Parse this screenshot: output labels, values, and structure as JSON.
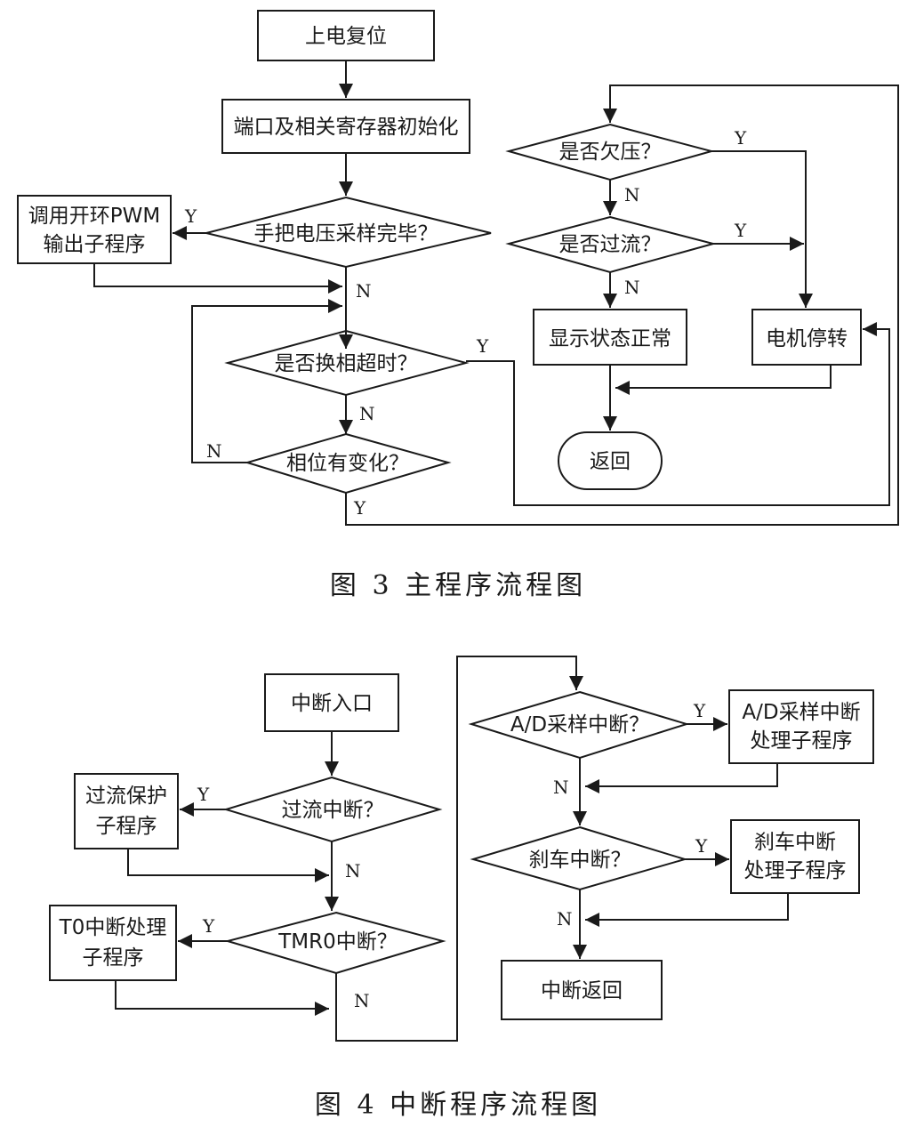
{
  "fig3": {
    "nodes": {
      "power_reset": "上电复位",
      "init": "端口及相关寄存器初始化",
      "voltage_done": "手把电压采样完毕？",
      "open_pwm_1": "调用开环PWM",
      "open_pwm_2": "输出子程序",
      "commute_timeout": "是否换相超时？",
      "phase_change": "相位有变化？",
      "undervolt": "是否欠压？",
      "overcurrent": "是否过流？",
      "show_normal": "显示状态正常",
      "motor_stop": "电机停转",
      "return": "返回"
    },
    "labels": {
      "y_voltage": "Y",
      "n_voltage": "N",
      "y_timeout": "Y",
      "n_timeout": "N",
      "n_phase": "N",
      "y_phase": "Y",
      "y_undervolt": "Y",
      "n_undervolt": "N",
      "y_overcurrent": "Y",
      "n_overcurrent": "N"
    },
    "caption": "图 3  主程序流程图"
  },
  "fig4": {
    "nodes": {
      "isr_entry": "中断入口",
      "oc_int": "过流中断？",
      "oc_protect_1": "过流保护",
      "oc_protect_2": "子程序",
      "tmr0_int": "TMR0中断？",
      "t0_handler_1": "T0中断处理",
      "t0_handler_2": "子程序",
      "ad_int": "A/D采样中断？",
      "ad_handler_1": "A/D采样中断",
      "ad_handler_2": "处理子程序",
      "brake_int": "刹车中断？",
      "brake_handler_1": "刹车中断",
      "brake_handler_2": "处理子程序",
      "isr_return": "中断返回"
    },
    "labels": {
      "y_oc": "Y",
      "n_oc": "N",
      "y_tmr0": "Y",
      "n_tmr0": "N",
      "y_ad": "Y",
      "n_ad": "N",
      "y_brake": "Y",
      "n_brake": "N"
    },
    "caption": "图 4  中断程序流程图"
  }
}
